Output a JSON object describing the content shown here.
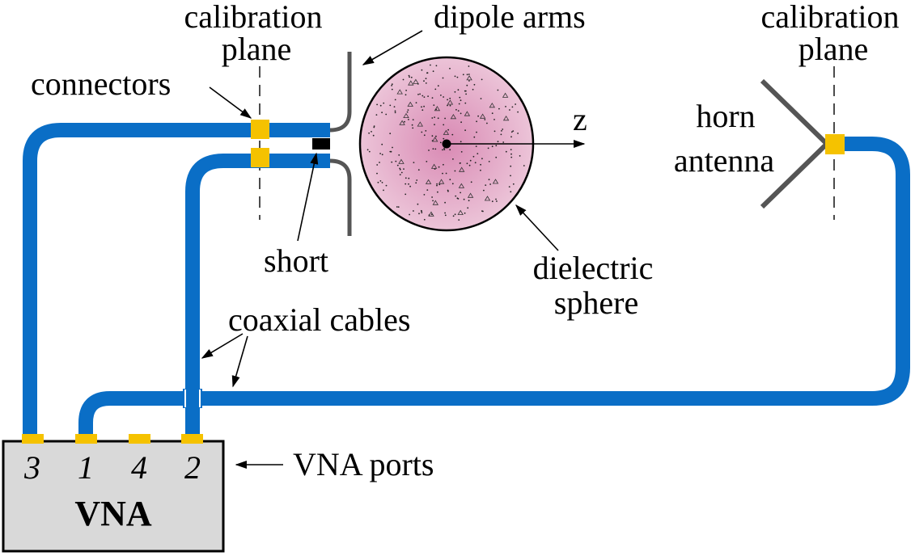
{
  "labels": {
    "calibration_plane_left": [
      "calibration",
      "plane"
    ],
    "calibration_plane_right": [
      "calibration",
      "plane"
    ],
    "dipole_arms": "dipole arms",
    "connectors": "connectors",
    "z_axis": "z",
    "horn_antenna": [
      "horn",
      "antenna"
    ],
    "short": "short",
    "dielectric_sphere": [
      "dielectric",
      "sphere"
    ],
    "coaxial_cables": "coaxial cables",
    "vna_ports": "VNA ports",
    "vna": "VNA"
  },
  "ports": [
    "3",
    "1",
    "4",
    "2"
  ],
  "colors": {
    "cable": "#0a6ec6",
    "connector": "#f5c200",
    "sphere_center": "#d98ab4",
    "sphere_edge": "#e3b3cc",
    "vna_box": "#d9d9d9",
    "dipole_arm": "#555555"
  }
}
